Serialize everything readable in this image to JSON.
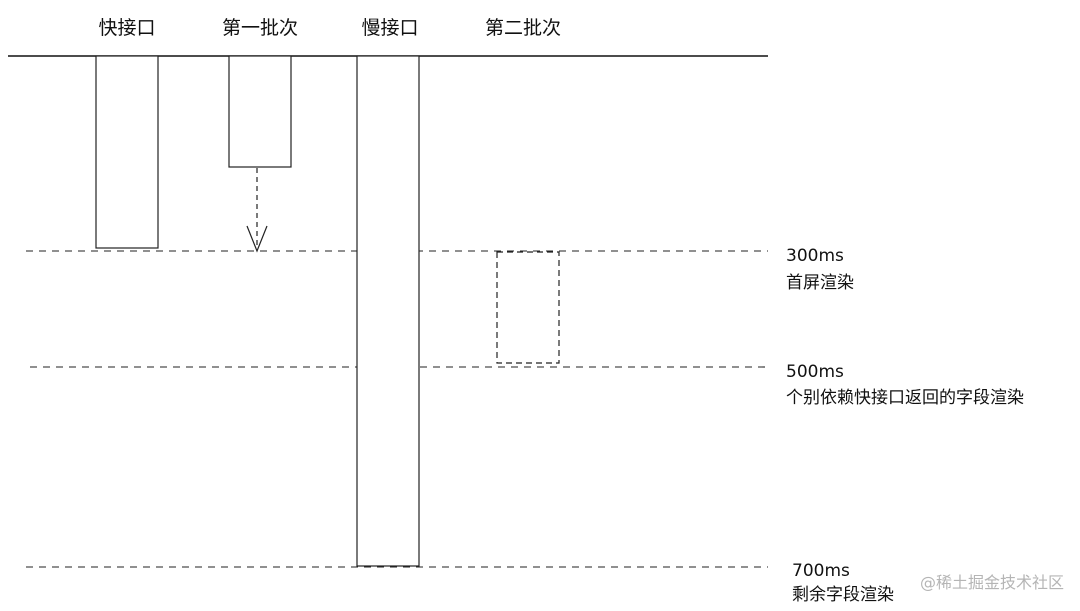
{
  "columns": {
    "fast_api": "快接口",
    "first_batch": "第一批次",
    "slow_api": "慢接口",
    "second_batch": "第二批次"
  },
  "markers": [
    {
      "time": "300ms",
      "label": "首屏渲染"
    },
    {
      "time": "500ms",
      "label": "个别依赖快接口返回的字段渲染"
    },
    {
      "time": "700ms",
      "label": "剩余字段渲染"
    }
  ],
  "watermark": "@稀土掘金技术社区"
}
